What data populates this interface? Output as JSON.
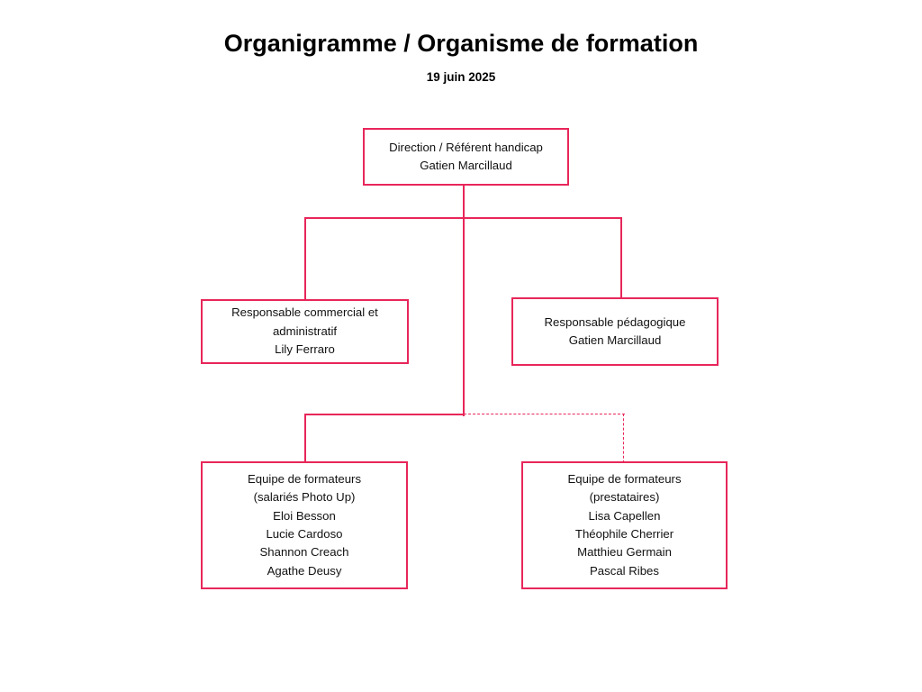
{
  "header": {
    "title": "Organigramme / Organisme de formation",
    "subtitle": "19 juin 2025"
  },
  "theme": {
    "box_border_color": "#e8265a",
    "connector_color": "#e8265a",
    "box_fill_color": "#ffffff",
    "text_color": "#111111",
    "background_color": "#ffffff"
  },
  "chart_data": {
    "type": "diagram",
    "diagram_kind": "organizational-chart",
    "title": "Organigramme / Organisme de formation",
    "subtitle": "19 juin 2025",
    "nodes": [
      {
        "id": "direction",
        "level": 0,
        "role": "Direction / Référent handicap",
        "people": [
          "Gatien Marcillaud"
        ],
        "lines": [
          "Direction / Référent handicap",
          "Gatien Marcillaud"
        ]
      },
      {
        "id": "commercial",
        "level": 1,
        "role": "Responsable commercial et administratif",
        "people": [
          "Lily Ferraro"
        ],
        "lines": [
          "Responsable commercial et",
          "administratif",
          "Lily Ferraro"
        ]
      },
      {
        "id": "pedagogique",
        "level": 1,
        "role": "Responsable pédagogique",
        "people": [
          "Gatien Marcillaud"
        ],
        "lines": [
          "Responsable pédagogique",
          "Gatien Marcillaud"
        ]
      },
      {
        "id": "formateurs-salaries",
        "level": 2,
        "role": "Equipe de formateurs (salariés Photo Up)",
        "people": [
          "Eloi Besson",
          "Lucie Cardoso",
          "Shannon Creach",
          "Agathe Deusy"
        ],
        "lines": [
          "Equipe de formateurs",
          "(salariés Photo Up)",
          "Eloi Besson",
          "Lucie Cardoso",
          "Shannon Creach",
          "Agathe Deusy"
        ]
      },
      {
        "id": "formateurs-prestataires",
        "level": 2,
        "role": "Equipe de formateurs (prestataires)",
        "people": [
          "Lisa Capellen",
          "Théophile Cherrier",
          "Matthieu Germain",
          "Pascal Ribes"
        ],
        "lines": [
          "Equipe de formateurs",
          "(prestataires)",
          "Lisa Capellen",
          "Théophile Cherrier",
          "Matthieu Germain",
          "Pascal Ribes"
        ]
      }
    ],
    "edges": [
      {
        "from": "direction",
        "to": "commercial",
        "style": "solid"
      },
      {
        "from": "direction",
        "to": "pedagogique",
        "style": "solid"
      },
      {
        "from": "direction",
        "to": "formateurs-salaries",
        "style": "solid"
      },
      {
        "from": "direction",
        "to": "formateurs-prestataires",
        "style": "dashed"
      }
    ]
  }
}
